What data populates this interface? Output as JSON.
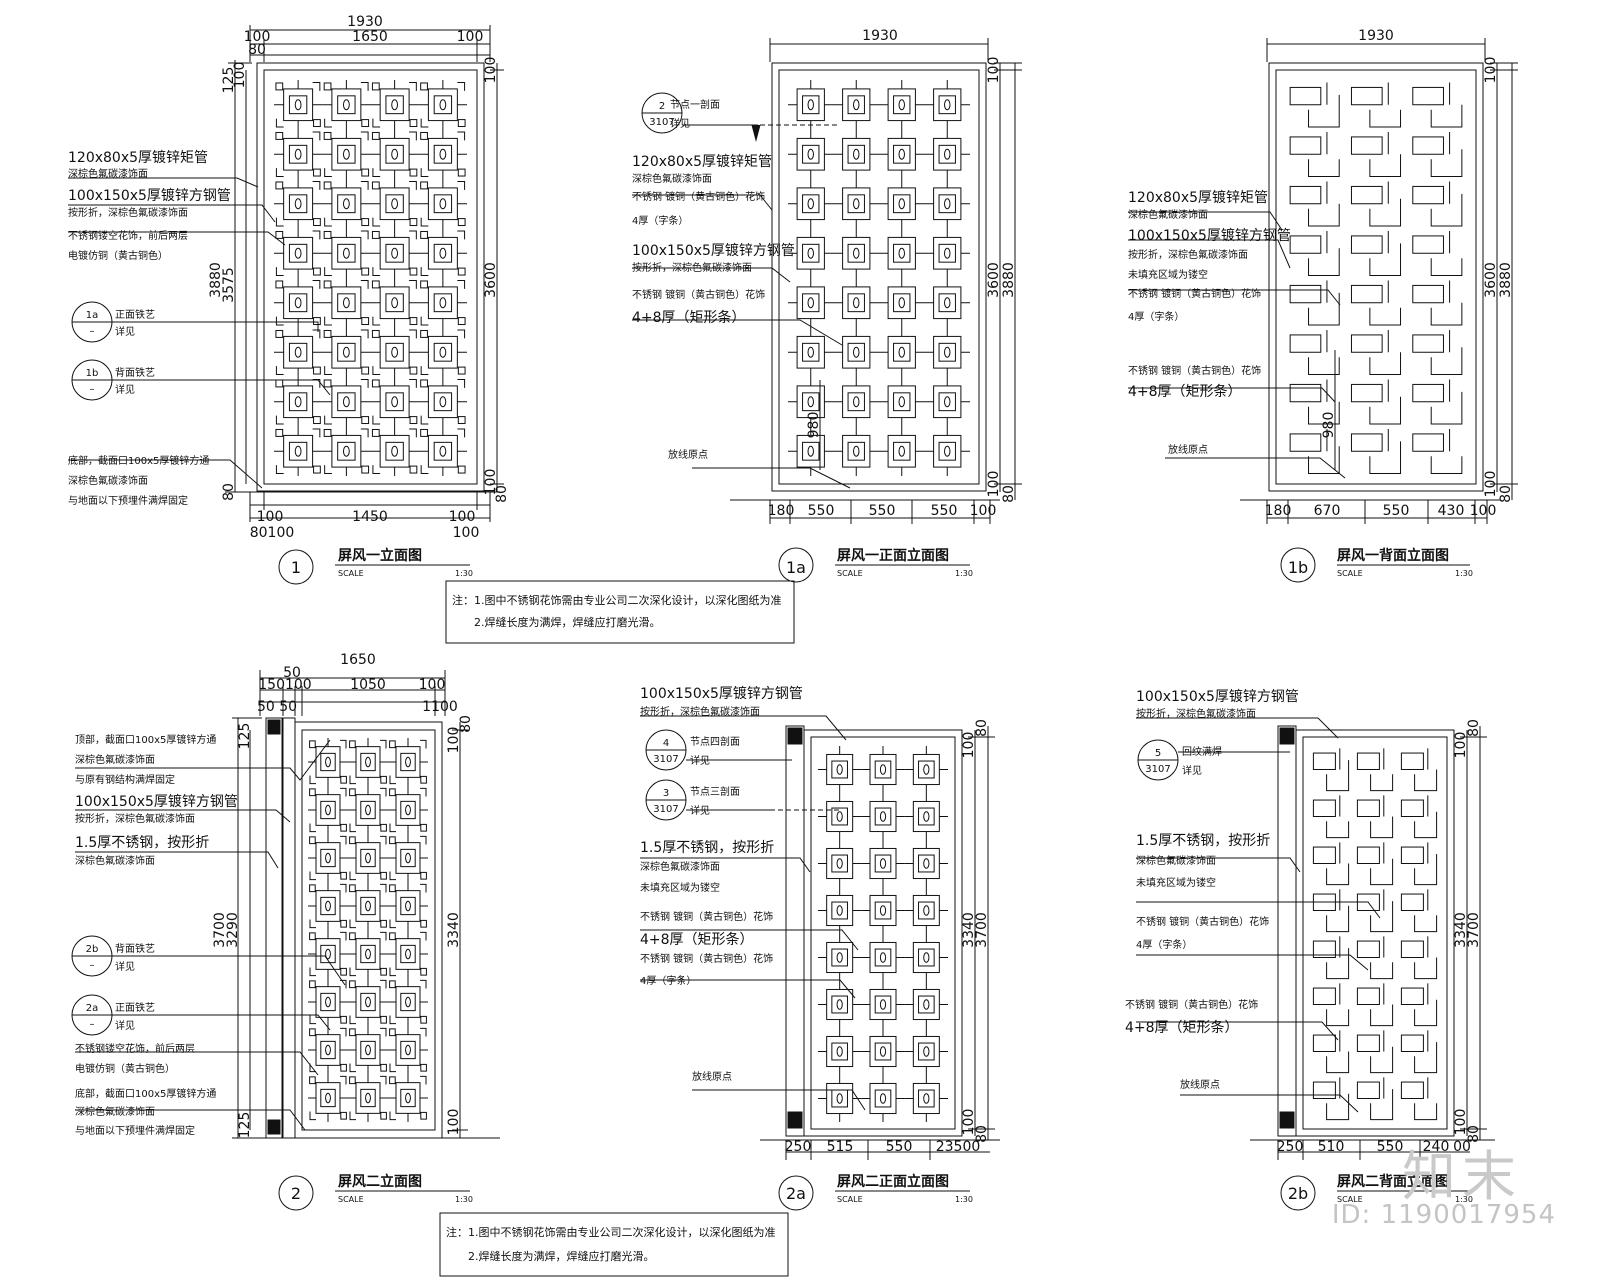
{
  "views": [
    {
      "id": "1",
      "title": "屏风一立面图",
      "scale_label": "SCALE",
      "scale_value": "1:30",
      "dims_top": [
        "1930",
        "100",
        "1650",
        "100",
        "80"
      ],
      "dims_bottom": [
        "100",
        "1450",
        "100",
        "80100",
        "100"
      ],
      "dims_left": [
        "125",
        "100",
        "3880",
        "3575",
        "80"
      ],
      "dims_right": [
        "100",
        "3600",
        "100",
        "80"
      ],
      "labels": [
        {
          "l1": "120x80x5厚镀锌矩管",
          "l2": "深棕色氟碳漆饰面"
        },
        {
          "l1": "100x150x5厚镀锌方钢管",
          "l2": "按形折，深棕色氟碳漆饰面"
        },
        {
          "l1": "不锈钢镂空花饰，前后两层",
          "l2": "电镀仿铜（黄古铜色）"
        },
        {
          "l1": "底部，截面口100x5厚镀锌方通",
          "l2": "深棕色氟碳漆饰面",
          "l3": "与地面以下预埋件满焊固定"
        }
      ],
      "refs": [
        {
          "top": "1a",
          "bottom": "–",
          "text1": "正面铁艺",
          "text2": "详见"
        },
        {
          "top": "1b",
          "bottom": "–",
          "text1": "背面铁艺",
          "text2": "详见"
        }
      ]
    },
    {
      "id": "1a",
      "title": "屏风一正面立面图",
      "scale_label": "SCALE",
      "scale_value": "1:30",
      "dims_top": [
        "1930"
      ],
      "dims_bottom": [
        "180",
        "550",
        "550",
        "550",
        "100"
      ],
      "dims_right": [
        "100",
        "3600",
        "3880",
        "100",
        "80"
      ],
      "inner_dim": "980",
      "labels": [
        {
          "l1": "120x80x5厚镀锌矩管",
          "l2": "深棕色氟碳漆饰面",
          "l3": "不锈钢 镀铜（黄古铜色）花饰",
          "l4": "4厚（字条）"
        },
        {
          "l1": "100x150x5厚镀锌方钢管",
          "l2": "按形折，深棕色氟碳漆饰面",
          "l3": "不锈钢 镀铜（黄古铜色）花饰",
          "l4": "4+8厚（矩形条）"
        },
        {
          "l1": "放线原点"
        }
      ],
      "refs": [
        {
          "top": "2",
          "bottom": "3107",
          "text1": "节点一剖面",
          "text2": "详见"
        }
      ]
    },
    {
      "id": "1b",
      "title": "屏风一背面立面图",
      "scale_label": "SCALE",
      "scale_value": "1:30",
      "dims_top": [
        "1930"
      ],
      "dims_bottom": [
        "180",
        "670",
        "550",
        "430",
        "100"
      ],
      "dims_right": [
        "100",
        "3600",
        "3880",
        "100",
        "80"
      ],
      "inner_dim": "980",
      "labels": [
        {
          "l1": "120x80x5厚镀锌矩管",
          "l2": "深棕色氟碳漆饰面"
        },
        {
          "l1": "100x150x5厚镀锌方钢管",
          "l2": "按形折，深棕色氟碳漆饰面",
          "l3": "未填充区域为镂空",
          "l4": "不锈钢 镀铜（黄古铜色）花饰",
          "l5": "4厚（字条）"
        },
        {
          "l1": "不锈钢 镀铜（黄古铜色）花饰",
          "l2": "4+8厚（矩形条）"
        },
        {
          "l1": "放线原点"
        }
      ]
    },
    {
      "id": "2",
      "title": "屏风二立面图",
      "scale_label": "SCALE",
      "scale_value": "1:30",
      "dims_top": [
        "1650",
        "50",
        "150100",
        "1050",
        "100",
        "50 50",
        "1100"
      ],
      "dims_left": [
        "125",
        "3700",
        "3290",
        "125"
      ],
      "dims_right": [
        "100",
        "80",
        "3340",
        "100"
      ],
      "labels": [
        {
          "l1": "顶部，截面口100x5厚镀锌方通",
          "l2": "深棕色氟碳漆饰面",
          "l3": "与原有钢结构满焊固定"
        },
        {
          "l1": "100x150x5厚镀锌方钢管",
          "l2": "按形折，深棕色氟碳漆饰面"
        },
        {
          "l1": "1.5厚不锈钢，按形折",
          "l2": "深棕色氟碳漆饰面"
        },
        {
          "l1": "不锈钢镂空花饰，前后两层",
          "l2": "电镀仿铜（黄古铜色）"
        },
        {
          "l1": "底部，截面口100x5厚镀锌方通",
          "l2": "深棕色氟碳漆饰面",
          "l3": "与地面以下预埋件满焊固定"
        }
      ],
      "refs": [
        {
          "top": "2b",
          "bottom": "–",
          "text1": "背面铁艺",
          "text2": "详见"
        },
        {
          "top": "2a",
          "bottom": "–",
          "text1": "正面铁艺",
          "text2": "详见"
        }
      ]
    },
    {
      "id": "2a",
      "title": "屏风二正面立面图",
      "scale_label": "SCALE",
      "scale_value": "1:30",
      "dims_bottom": [
        "250",
        "515",
        "550",
        "23500"
      ],
      "dims_right": [
        "100",
        "80",
        "3340",
        "3700",
        "100",
        "80"
      ],
      "labels": [
        {
          "l1": "100x150x5厚镀锌方钢管",
          "l2": "按形折，深棕色氟碳漆饰面"
        },
        {
          "l1": "1.5厚不锈钢，按形折",
          "l2": "深棕色氟碳漆饰面",
          "l3": "未填充区域为镂空"
        },
        {
          "l1": "不锈钢 镀铜（黄古铜色）花饰",
          "l2": "4+8厚（矩形条）",
          "l3": "不锈钢 镀铜（黄古铜色）花饰",
          "l4": "4厚（字条）"
        },
        {
          "l1": "放线原点"
        }
      ],
      "refs": [
        {
          "top": "4",
          "bottom": "3107",
          "text1": "节点四剖面",
          "text2": "详见"
        },
        {
          "top": "3",
          "bottom": "3107",
          "text1": "节点三剖面",
          "text2": "详见"
        }
      ]
    },
    {
      "id": "2b",
      "title": "屏风二背面立面图",
      "scale_label": "SCALE",
      "scale_value": "1:30",
      "dims_bottom": [
        "250",
        "510",
        "550",
        "240",
        "00"
      ],
      "dims_right": [
        "100",
        "80",
        "3340",
        "3700",
        "100",
        "80"
      ],
      "labels": [
        {
          "l1": "100x150x5厚镀锌方钢管",
          "l2": "按形折，深棕色氟碳漆饰面"
        },
        {
          "l1": "1.5厚不锈钢，按形折",
          "l2": "深棕色氟碳漆饰面",
          "l3": "未填充区域为镂空"
        },
        {
          "l1": "不锈钢 镀铜（黄古铜色）花饰",
          "l2": "4厚（字条）"
        },
        {
          "l1": "不锈钢 镀铜（黄古铜色）花饰",
          "l2": "4+8厚（矩形条）"
        },
        {
          "l1": "放线原点"
        }
      ],
      "refs": [
        {
          "top": "5",
          "bottom": "3107",
          "text1": "回纹满焊",
          "text2": "详见"
        }
      ]
    }
  ],
  "notes": [
    {
      "l1": "注：1.图中不锈钢花饰需由专业公司二次深化设计，以深化图纸为准",
      "l2": "2.焊缝长度为满焊，焊缝应打磨光滑。"
    },
    {
      "l1": "注：1.图中不锈钢花饰需由专业公司二次深化设计，以深化图纸为准",
      "l2": "2.焊缝长度为满焊，焊缝应打磨光滑。"
    }
  ],
  "watermark": {
    "logo": "知末",
    "id": "ID: 1190017954"
  },
  "colors": {
    "line": "#111111",
    "watermark": "#c9c9c9"
  }
}
